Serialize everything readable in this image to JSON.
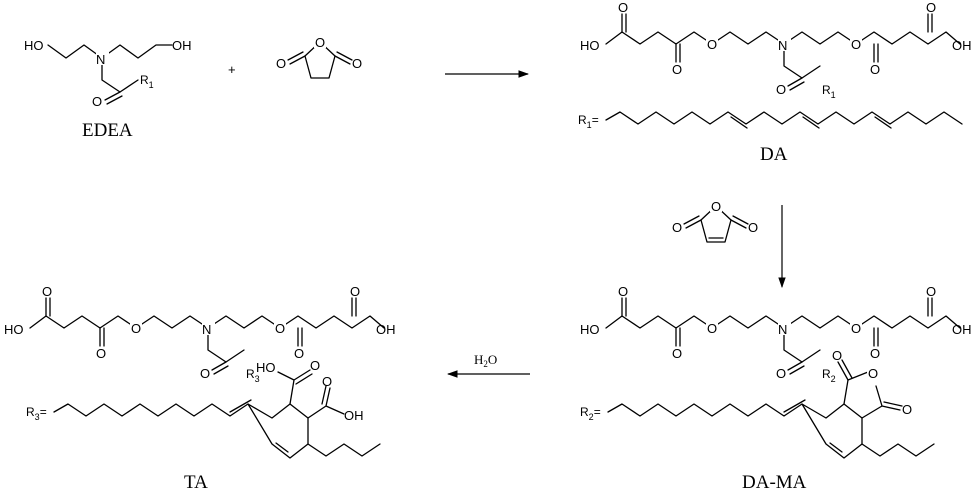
{
  "reagents": {
    "plus": "+",
    "water": "H",
    "water_sub": "2",
    "water_tail": "O"
  },
  "compounds": {
    "edea": {
      "name": "EDEA"
    },
    "da": {
      "name": "DA"
    },
    "da_ma": {
      "name": "DA-MA"
    },
    "ta": {
      "name": "TA"
    }
  },
  "atoms": {
    "ho": "HO",
    "oh": "OH",
    "n": "N",
    "o": "O",
    "r": "R",
    "r_eq": "=",
    "r1": "1",
    "r2": "2",
    "r3": "3"
  }
}
